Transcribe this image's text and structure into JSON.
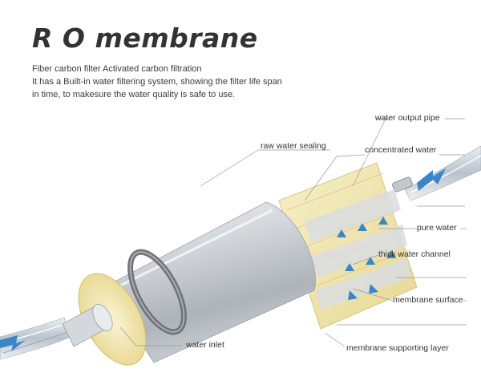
{
  "title": "R O membrane",
  "description": [
    "Fiber carbon filter Activated carbon filtration",
    "It has a Built-in water filtering system, showing the filter life span",
    "in time, to makesure the water quality is safe to use."
  ],
  "labels": {
    "water_output_pipe": "water output pipe",
    "raw_water_sealing": "raw water sealing",
    "concentrated_water": "concentrated water",
    "pure_water": "pure water",
    "thick_water_channel": "thick water channel",
    "membrane_surface": "membrane surface",
    "water_inlet": "water inlet",
    "membrane_supporting_layer": "membrane supporting layer"
  },
  "colors": {
    "membrane_yellow": "#f1e7b0",
    "cylinder_silver": "#c9ced4",
    "ring_dark": "#7c7f82",
    "water_blue": "#3a86c8",
    "leader_line": "#999999"
  }
}
